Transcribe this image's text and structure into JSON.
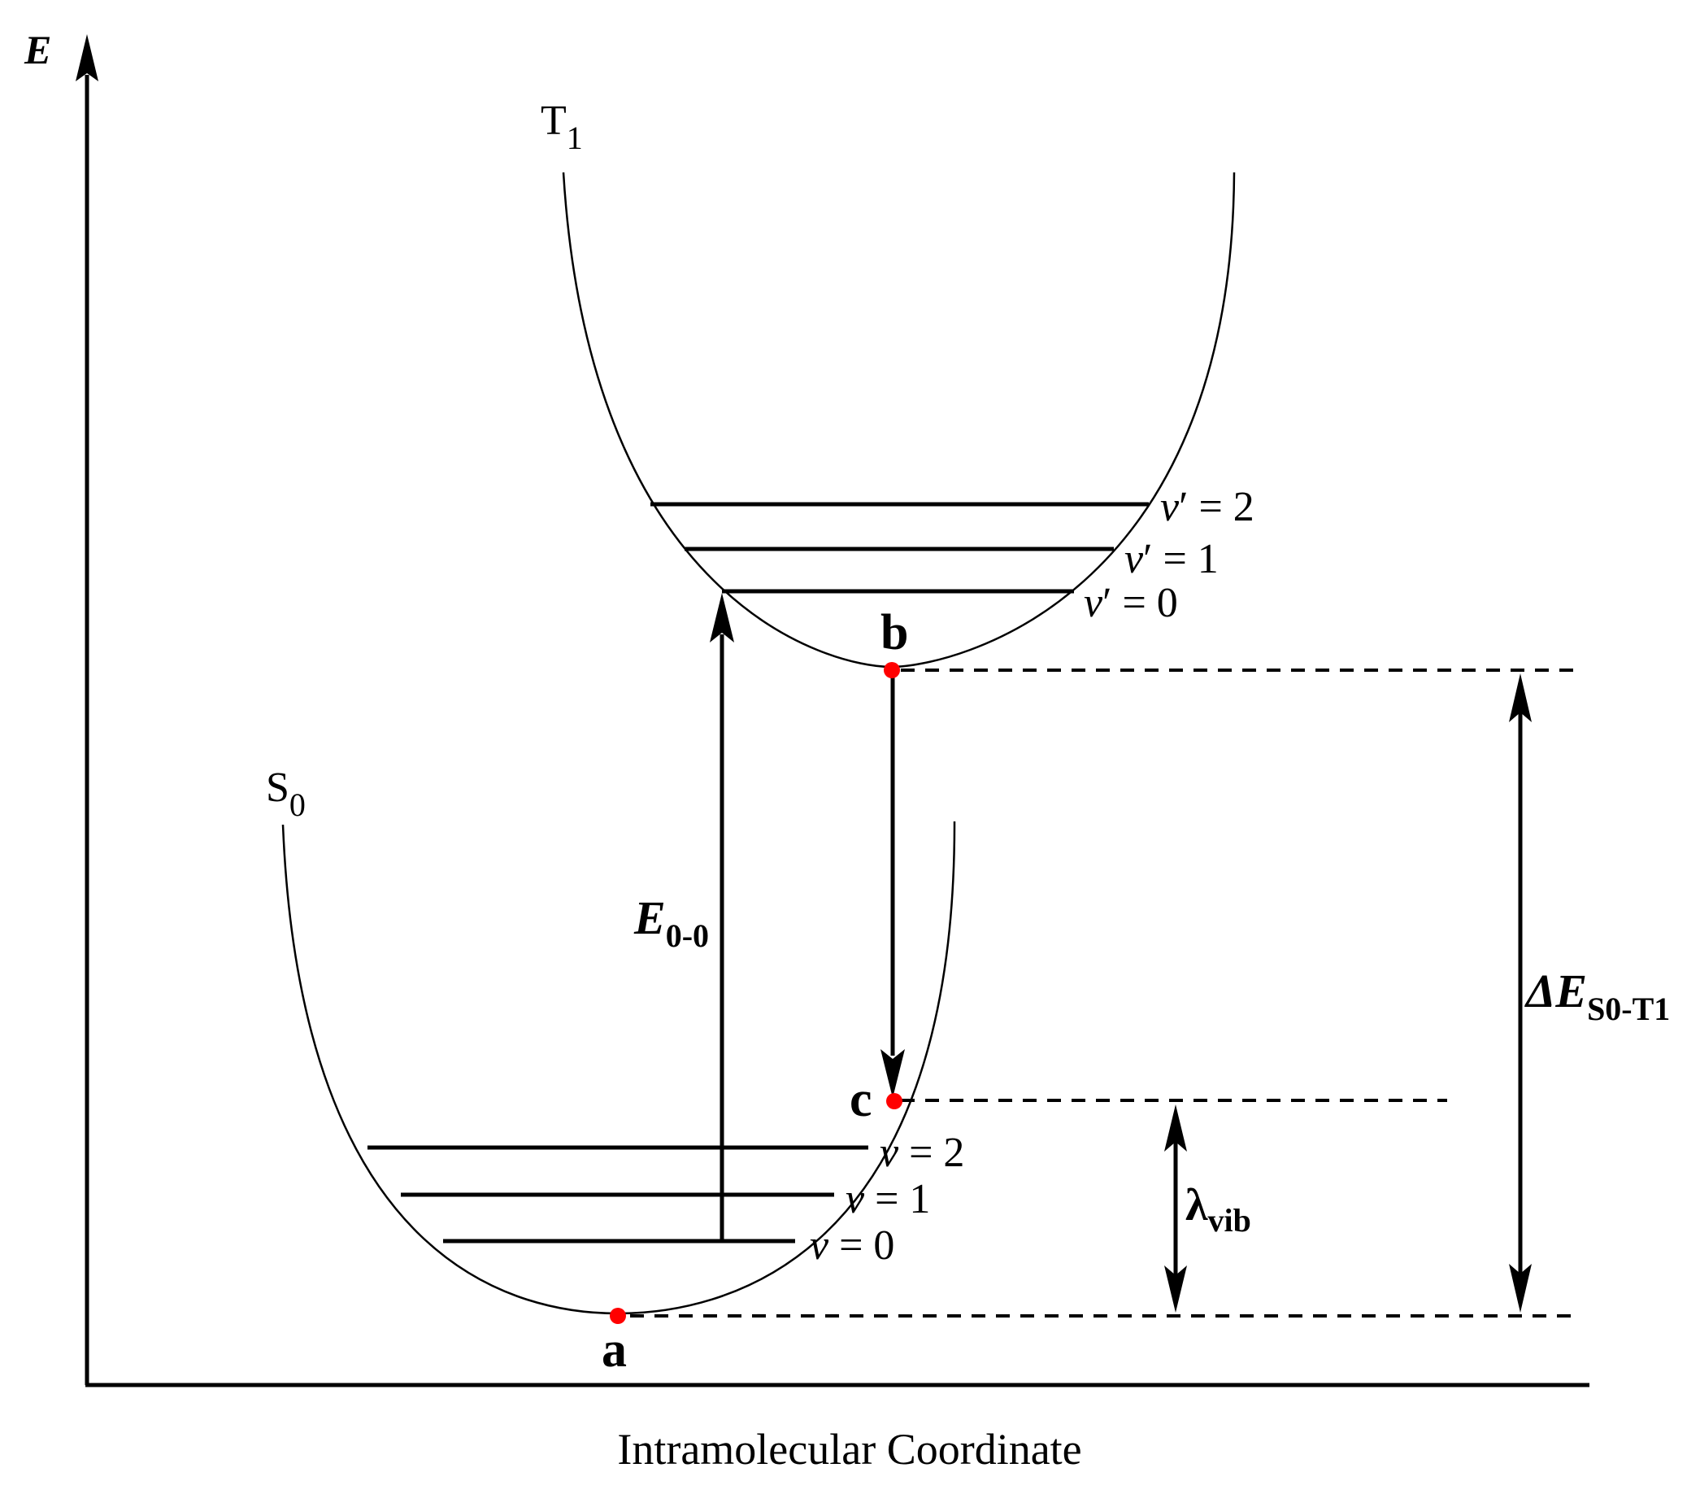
{
  "axes": {
    "y_label": "E",
    "x_label": "Intramolecular Coordinate"
  },
  "curves": {
    "upper": {
      "name": "T",
      "subscript": "1"
    },
    "lower": {
      "name": "S",
      "subscript": "0"
    }
  },
  "upper_levels": [
    {
      "var": "v",
      "prime": "′",
      "rest": " = 0"
    },
    {
      "var": "v",
      "prime": "′",
      "rest": " = 1"
    },
    {
      "var": "v",
      "prime": "′",
      "rest": " = 2"
    }
  ],
  "lower_levels": [
    {
      "var": "v",
      "rest": " = 0"
    },
    {
      "var": "v",
      "rest": " = 1"
    },
    {
      "var": "v",
      "rest": " = 2"
    }
  ],
  "points": {
    "a": "a",
    "b": "b",
    "c": "c",
    "color": "#ff0000"
  },
  "annotations": {
    "e00": {
      "main": "E",
      "sub": "0-0"
    },
    "lambda": {
      "main": "λ",
      "sub": "vib"
    },
    "delta": {
      "main": "ΔE",
      "sub": "S0-T1"
    }
  }
}
